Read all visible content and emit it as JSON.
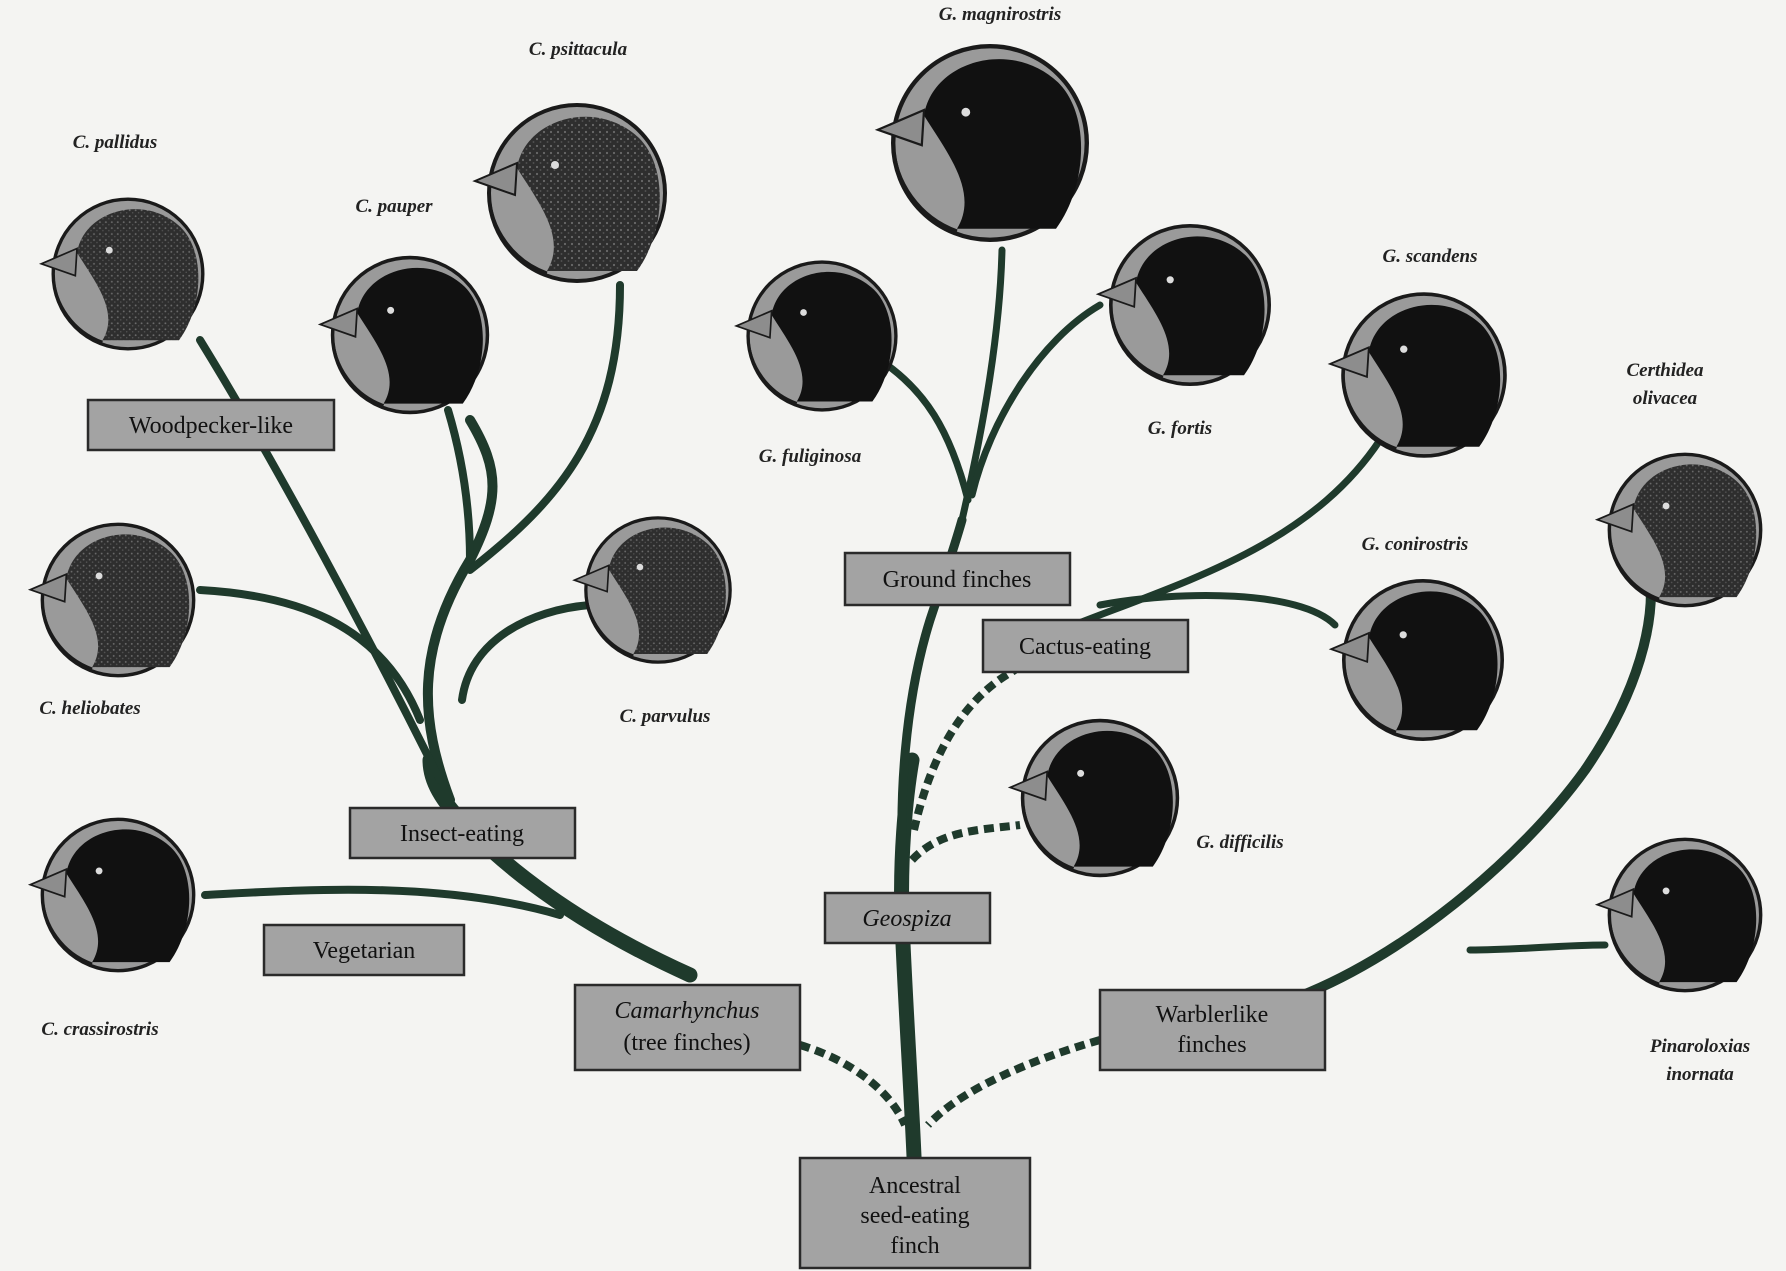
{
  "groups": {
    "ancestral": [
      "Ancestral",
      "seed-eating",
      "finch"
    ],
    "tree_finches": [
      "Camarhynchus",
      "(tree finches)"
    ],
    "warblerlike": [
      "Warblerlike",
      "finches"
    ],
    "geospiza": "Geospiza",
    "insect_eating": "Insect-eating",
    "vegetarian": "Vegetarian",
    "woodpecker_like": "Woodpecker-like",
    "ground_finches": "Ground finches",
    "cactus_eating": "Cactus-eating"
  },
  "species": {
    "c_pallidus": "C. pallidus",
    "c_psittacula": "C. psittacula",
    "c_pauper": "C. pauper",
    "c_heliobates": "C. heliobates",
    "c_parvulus": "C. parvulus",
    "c_crassirostris": "C. crassirostris",
    "g_magnirostris": "G. magnirostris",
    "g_fuliginosa": "G. fuliginosa",
    "g_fortis": "G. fortis",
    "g_scandens": "G. scandens",
    "g_conirostris": "G. conirostris",
    "g_difficilis": "G. difficilis",
    "certhidea_olivacea": [
      "Certhidea",
      "olivacea"
    ],
    "pinaroloxias_inornata": [
      "Pinaroloxias",
      "inornata"
    ]
  },
  "colors": {
    "background": "#f4f4f2",
    "branch": "#1f3a2c",
    "box_fill": "#a3a3a3",
    "circle_fill": "#9a9a9a",
    "head_dark": "#111111",
    "head_speckled": "#2e2e2e",
    "beak": "#8d8d8d"
  }
}
